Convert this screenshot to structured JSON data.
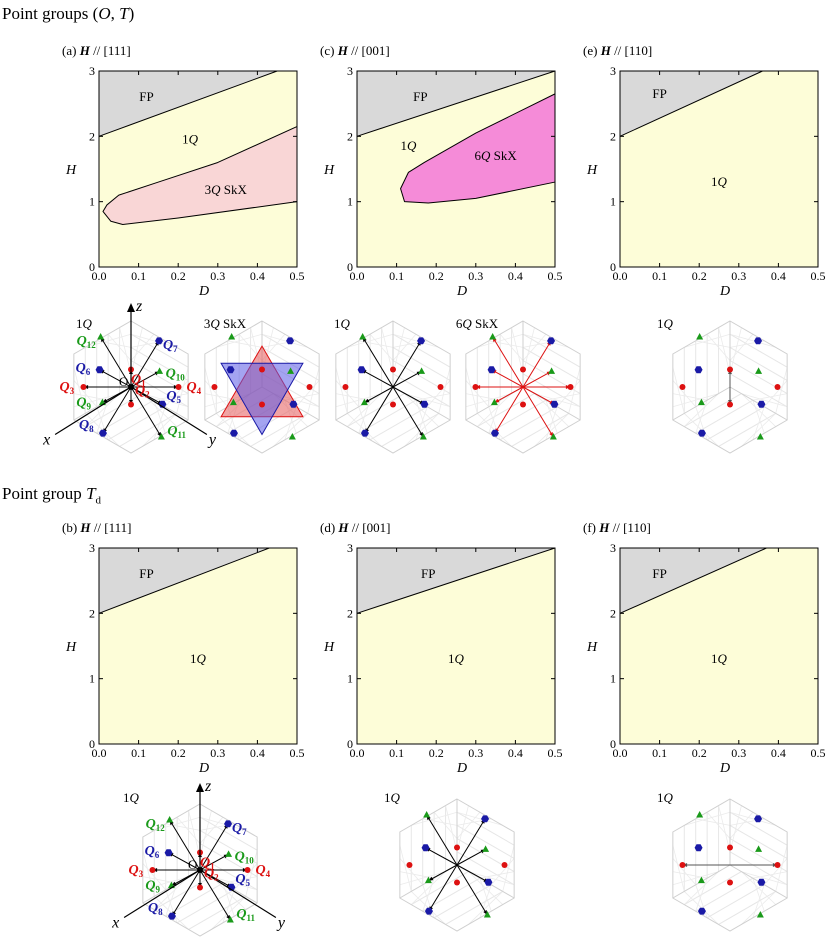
{
  "sections": [
    {
      "title": "Point groups (O, T)"
    },
    {
      "title": "Point group Td"
    }
  ],
  "phase_diagrams": [
    {
      "id": "a",
      "label": "(a) H // [111]"
    },
    {
      "id": "c",
      "label": "(c) H // [001]"
    },
    {
      "id": "e",
      "label": "(e) H // [110]"
    },
    {
      "id": "b",
      "label": "(b) H // [111]"
    },
    {
      "id": "d",
      "label": "(d) H // [001]"
    },
    {
      "id": "f",
      "label": "(f) H // [110]"
    }
  ],
  "axes": {
    "xlabel": "D",
    "ylabel": "H",
    "xticks": [
      "0.0",
      "0.1",
      "0.2",
      "0.3",
      "0.4",
      "0.5"
    ],
    "yticks": [
      "0",
      "1",
      "2",
      "3"
    ],
    "xlim": [
      0,
      0.5
    ],
    "ylim": [
      0,
      3
    ]
  },
  "phase_labels": {
    "fp": "FP",
    "single_q": "1Q",
    "triple_q": "3Q SkX",
    "sextuple_q": "6Q SkX"
  },
  "q_vectors": [
    "Q1",
    "Q2",
    "Q3",
    "Q4",
    "Q5",
    "Q6",
    "Q7",
    "Q8",
    "Q9",
    "Q10",
    "Q11",
    "Q12"
  ],
  "axis_names": {
    "x": "x",
    "y": "y",
    "z": "z",
    "origin": "O"
  },
  "colors": {
    "fp_region": "#d9d9d9",
    "single_q_region": "#fdfdd8",
    "triple_q_region": "#f9d6d6",
    "sextuple_q_region": "#f58bd8",
    "red": "#dd1111",
    "blue": "#1a1aa6",
    "green": "#1a9a1a"
  },
  "chart_data": [
    {
      "id": "a",
      "type": "area",
      "xlabel": "D",
      "ylabel": "H",
      "xlim": [
        0,
        0.5
      ],
      "ylim": [
        0,
        3
      ],
      "fp_boundary": [
        [
          0,
          2.0
        ],
        [
          0.45,
          3.0
        ]
      ],
      "inner_phase": "3Q SkX",
      "inner_boundary": [
        [
          0.5,
          2.15
        ],
        [
          0.3,
          1.6
        ],
        [
          0.15,
          1.3
        ],
        [
          0.05,
          1.1
        ],
        [
          0.02,
          0.95
        ],
        [
          0.01,
          0.85
        ],
        [
          0.03,
          0.7
        ],
        [
          0.06,
          0.65
        ],
        [
          0.2,
          0.75
        ],
        [
          0.5,
          1.0
        ]
      ]
    },
    {
      "id": "c",
      "type": "area",
      "xlabel": "D",
      "ylabel": "H",
      "xlim": [
        0,
        0.5
      ],
      "ylim": [
        0,
        3
      ],
      "fp_boundary": [
        [
          0,
          2.0
        ],
        [
          0.5,
          3.0
        ]
      ],
      "inner_phase": "6Q SkX",
      "inner_boundary": [
        [
          0.5,
          2.65
        ],
        [
          0.3,
          2.05
        ],
        [
          0.17,
          1.6
        ],
        [
          0.13,
          1.45
        ],
        [
          0.11,
          1.2
        ],
        [
          0.12,
          1.0
        ],
        [
          0.18,
          0.98
        ],
        [
          0.3,
          1.05
        ],
        [
          0.5,
          1.3
        ]
      ]
    },
    {
      "id": "e",
      "type": "area",
      "xlabel": "D",
      "ylabel": "H",
      "xlim": [
        0,
        0.5
      ],
      "ylim": [
        0,
        3
      ],
      "fp_boundary": [
        [
          0,
          2.0
        ],
        [
          0.36,
          3.0
        ]
      ]
    },
    {
      "id": "b",
      "type": "area",
      "xlabel": "D",
      "ylabel": "H",
      "xlim": [
        0,
        0.5
      ],
      "ylim": [
        0,
        3
      ],
      "fp_boundary": [
        [
          0,
          2.0
        ],
        [
          0.43,
          3.0
        ]
      ]
    },
    {
      "id": "d",
      "type": "area",
      "xlabel": "D",
      "ylabel": "H",
      "xlim": [
        0,
        0.5
      ],
      "ylim": [
        0,
        3
      ],
      "fp_boundary": [
        [
          0,
          2.0
        ],
        [
          0.5,
          3.0
        ]
      ]
    },
    {
      "id": "f",
      "type": "area",
      "xlabel": "D",
      "ylabel": "H",
      "xlim": [
        0,
        0.5
      ],
      "ylim": [
        0,
        3
      ],
      "fp_boundary": [
        [
          0,
          2.0
        ],
        [
          0.37,
          3.0
        ]
      ]
    }
  ]
}
